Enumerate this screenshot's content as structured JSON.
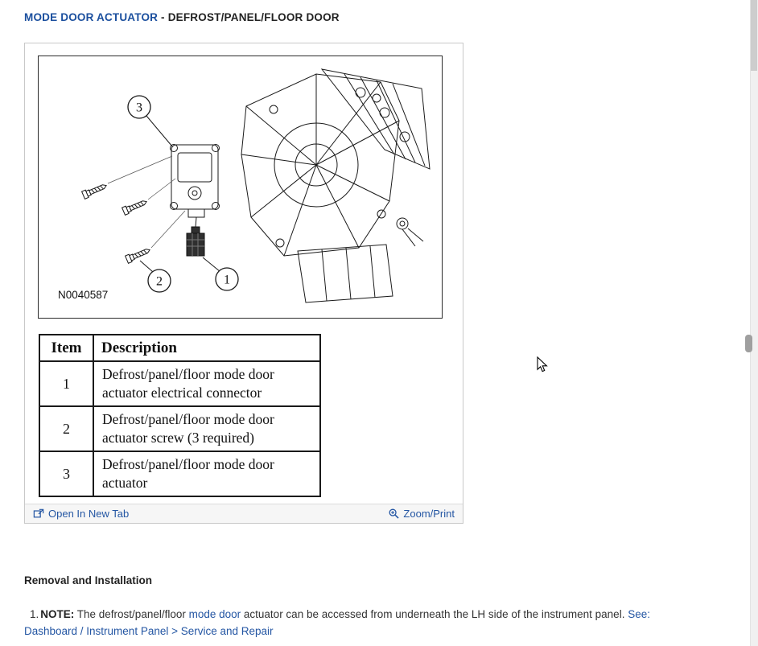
{
  "page": {
    "title_primary": "MODE DOOR ACTUATOR",
    "title_secondary": " - DEFROST/PANEL/FLOOR DOOR"
  },
  "figure": {
    "image_label": "N0040587",
    "callouts": {
      "c1": "1",
      "c2": "2",
      "c3": "3"
    },
    "table": {
      "headers": {
        "item": "Item",
        "description": "Description"
      },
      "rows": [
        {
          "item": "1",
          "description": "Defrost/panel/floor mode door actuator electrical connector"
        },
        {
          "item": "2",
          "description": "Defrost/panel/floor mode door actuator screw (3 required)"
        },
        {
          "item": "3",
          "description": "Defrost/panel/floor mode door actuator"
        }
      ]
    },
    "footer": {
      "open_link": "Open In New Tab",
      "zoom_link": "Zoom/Print",
      "open_icon": "open-in-new-tab-icon",
      "zoom_icon": "magnifier-plus-icon"
    }
  },
  "section": {
    "heading": "Removal and Installation",
    "note": {
      "marker": "1.",
      "label": "NOTE:",
      "text1": " The defrost/panel/floor ",
      "link1": "mode door",
      "text2": " actuator can be accessed from underneath the LH side of the instrument panel. ",
      "link2": "See: Dashboard / Instrument Panel > Service and Repair"
    }
  },
  "colors": {
    "title_blue": "#1b4f9e",
    "link_blue": "#2456a3",
    "text": "#333333",
    "table_border": "#1a1a1a"
  }
}
